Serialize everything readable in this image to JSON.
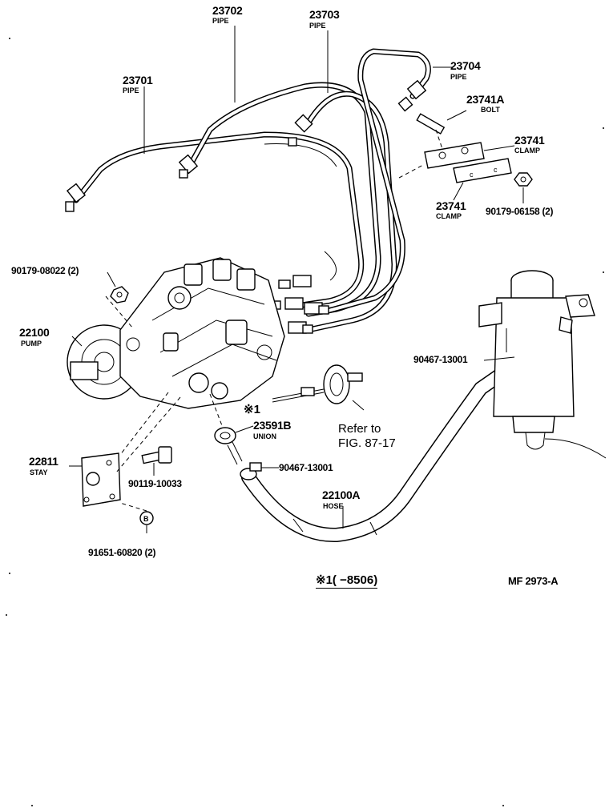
{
  "diagram": {
    "figure_code": "MF  2973-A",
    "note": "※1(      −8506)",
    "marker": "※1",
    "reference": {
      "line1": "Refer to",
      "line2": "FIG. 87-17"
    },
    "parts": {
      "p23701": {
        "number": "23701",
        "name": "PIPE"
      },
      "p23702": {
        "number": "23702",
        "name": "PIPE"
      },
      "p23703": {
        "number": "23703",
        "name": "PIPE"
      },
      "p23704": {
        "number": "23704",
        "name": "PIPE"
      },
      "p23741A": {
        "number": "23741A",
        "name": "BOLT"
      },
      "p23741a": {
        "number": "23741",
        "name": "CLAMP"
      },
      "p23741b": {
        "number": "23741",
        "name": "CLAMP"
      },
      "p90179_06158": {
        "number": "90179-06158 (2)"
      },
      "p90179_08022": {
        "number": "90179-08022 (2)"
      },
      "p22100": {
        "number": "22100",
        "name": "PUMP"
      },
      "p90467_a": {
        "number": "90467-13001"
      },
      "p23591B": {
        "number": "23591B",
        "name": "UNION"
      },
      "p90467_b": {
        "number": "90467-13001"
      },
      "p22100A": {
        "number": "22100A",
        "name": "HOSE"
      },
      "p22811": {
        "number": "22811",
        "name": "STAY"
      },
      "p90119": {
        "number": "90119-10033"
      },
      "p91651": {
        "number": "91651-60820 (2)"
      }
    }
  }
}
